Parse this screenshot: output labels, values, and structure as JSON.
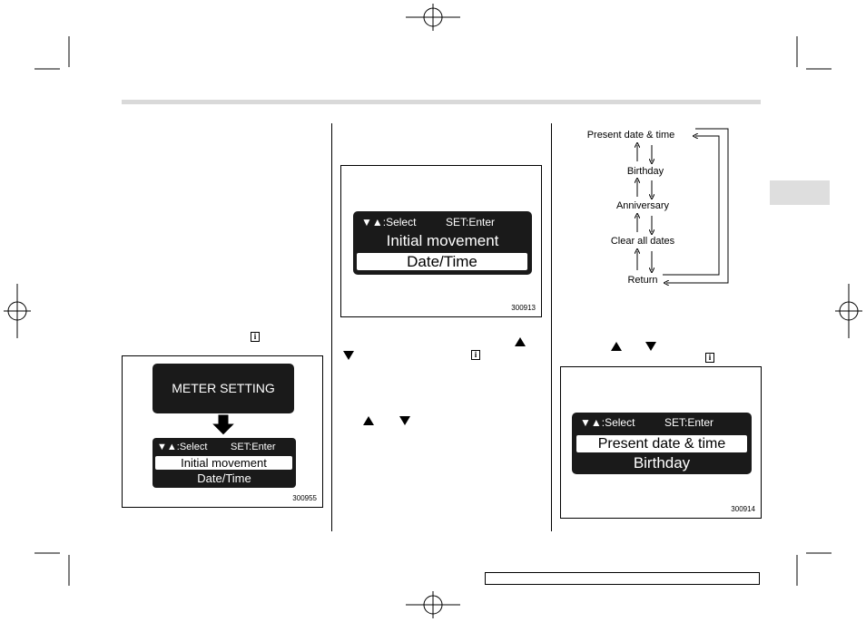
{
  "figure1": {
    "title_panel": "METER SETTING",
    "header_left": "▼▲:Select",
    "header_right": "SET:Enter",
    "item1": "Initial movement",
    "item2": "Date/Time",
    "code": "300955"
  },
  "figure2": {
    "header_left": "▼▲:Select",
    "header_right": "SET:Enter",
    "item1": "Initial movement",
    "item2": "Date/Time",
    "code": "300913"
  },
  "figure3": {
    "header_left": "▼▲:Select",
    "header_right": "SET:Enter",
    "item1": "Present date & time",
    "item2": "Birthday",
    "code": "300914"
  },
  "flow": {
    "items": [
      "Present date & time",
      "Birthday",
      "Anniversary",
      "Clear all dates",
      "Return"
    ]
  },
  "icons": {
    "up": "up-triangle-icon",
    "down": "down-triangle-icon",
    "info": "info-icon",
    "arrow": "down-arrow-icon"
  },
  "colors": {
    "lcd_bg": "#1a1a1a",
    "tab_gray": "#dedede",
    "rule_gray": "#d9d9d9"
  }
}
